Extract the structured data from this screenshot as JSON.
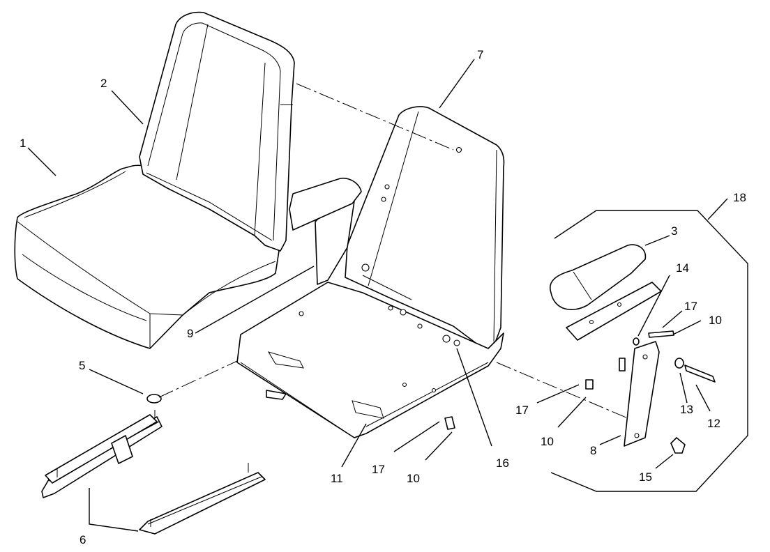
{
  "callouts": {
    "c1": "1",
    "c2": "2",
    "c3": "3",
    "c5": "5",
    "c6": "6",
    "c7": "7",
    "c8": "8",
    "c9": "9",
    "c10a": "10",
    "c10b": "10",
    "c10c": "10",
    "c11": "11",
    "c12": "12",
    "c13": "13",
    "c14": "14",
    "c15": "15",
    "c16": "16",
    "c17a": "17",
    "c17b": "17",
    "c17c": "17",
    "c18": "18"
  }
}
